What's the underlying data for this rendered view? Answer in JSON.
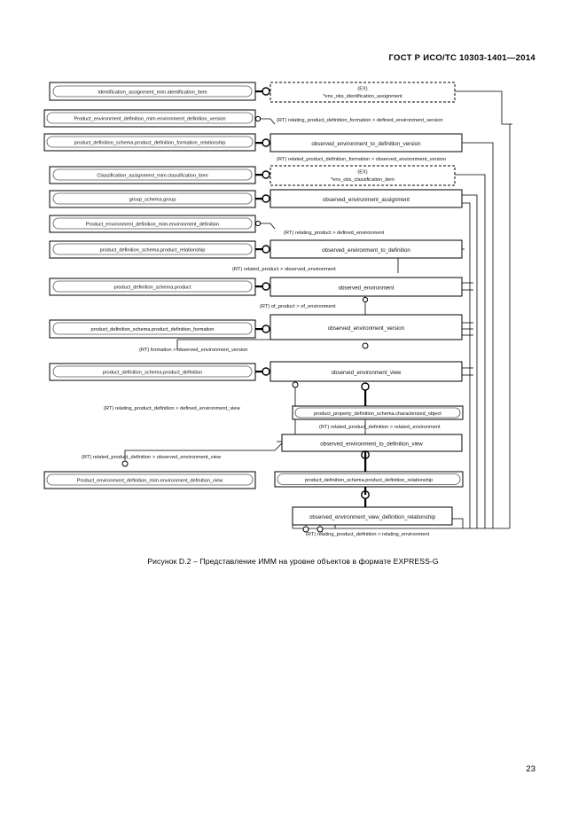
{
  "document": {
    "header": "ГОСТ Р ИСО/ТС 10303-1401—2014",
    "page_number": "23",
    "caption": "Рисунок D.2 –   Представление ИММ на уровне объектов в формате EXPRESS-G"
  },
  "figure": {
    "type": "EXPRESS-G entity-level diagram",
    "left_entities": [
      {
        "id": "e1",
        "label": "Identification_assignment_mim.identification_item"
      },
      {
        "id": "e2",
        "label": "Product_environment_definition_mim.environment_definition_version"
      },
      {
        "id": "e3",
        "label": "product_definition_schema.product_definition_formation_relationship"
      },
      {
        "id": "e4",
        "label": "Classification_assignment_mim.classification_item"
      },
      {
        "id": "e5",
        "label": "group_schema.group"
      },
      {
        "id": "e6",
        "label": "Product_environment_definition_mim.environment_definition"
      },
      {
        "id": "e7",
        "label": "product_definition_schema.product_relationship"
      },
      {
        "id": "e8",
        "label": "product_definition_schema.product"
      },
      {
        "id": "e9",
        "label": "product_definition_schema.product_definition_formation"
      },
      {
        "id": "e10",
        "label": "product_definition_schema.product_definition"
      },
      {
        "id": "e11",
        "label": "Product_environment_definition_mim.environment_definition_view"
      }
    ],
    "right_entities": [
      {
        "id": "r1",
        "label": "observed_environment_to_definition_version"
      },
      {
        "id": "r2",
        "label": "observed_environment_assignment"
      },
      {
        "id": "r3",
        "label": "observed_environment_to_definition"
      },
      {
        "id": "r4",
        "label": "observed_environment"
      },
      {
        "id": "r5",
        "label": "observed_environment_version"
      },
      {
        "id": "r6",
        "label": "observed_environment_view"
      },
      {
        "id": "r7",
        "label": "observed_environment_to_definition_view"
      },
      {
        "id": "r8",
        "label": "observed_environment_view_definition_relationship"
      }
    ],
    "dashed_entities": [
      {
        "id": "d1",
        "tag": "(EX)",
        "label": "*env_obs_identification_assignment"
      },
      {
        "id": "d2",
        "tag": "(EX)",
        "label": "*env_obs_classification_item"
      }
    ],
    "sub_entities": [
      {
        "id": "s1",
        "label": "product_property_definition_schema.characterized_object"
      },
      {
        "id": "s2",
        "label": "product_definition_schema.product_definition_relationship"
      }
    ],
    "relationship_labels": [
      {
        "id": "rl1",
        "text": "(RT) relating_product_definition_formation > defined_environment_version"
      },
      {
        "id": "rl2",
        "text": "(RT) related_product_definition_formation > observed_environment_version"
      },
      {
        "id": "rl3",
        "text": "(RT) relating_product > defined_environment"
      },
      {
        "id": "rl4",
        "text": "(RT) related_product > observed_environment"
      },
      {
        "id": "rl5",
        "text": "(RT) of_product > of_environment"
      },
      {
        "id": "rl6",
        "text": "(RT) formation > observed_environment_version"
      },
      {
        "id": "rl7",
        "text": "(RT) relating_product_definition > defined_environment_view"
      },
      {
        "id": "rl8",
        "text": "(RT) related_product_definition > related_environment"
      },
      {
        "id": "rl9",
        "text": "(RT) related_product_definition > observed_environment_view"
      },
      {
        "id": "rl10",
        "text": "(RT) relating_product_definition > relating_environment"
      }
    ]
  },
  "colors": {
    "ink": "#000000",
    "paper": "#ffffff",
    "inner_stroke": "#555555"
  }
}
